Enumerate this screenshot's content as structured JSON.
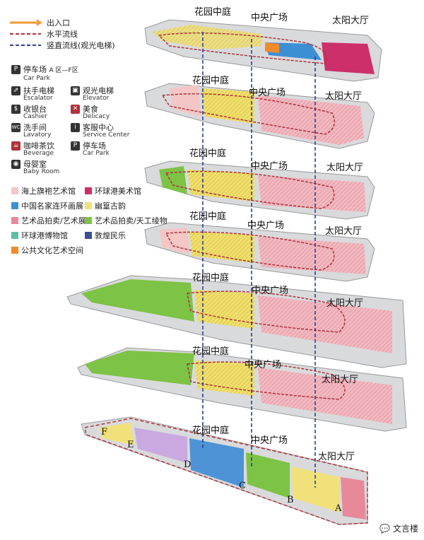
{
  "legend_lines": [
    {
      "label": "出入口",
      "color": "#f39a38",
      "style": "arrow"
    },
    {
      "label": "水平流线",
      "color": "#b0323b",
      "style": "dash"
    },
    {
      "label": "竖直流线(观光电梯)",
      "color": "#2b3f8f",
      "style": "dash"
    }
  ],
  "legend_icons": [
    {
      "icon": "P",
      "zh": "停车场",
      "en": "Car Park",
      "extra": "A 区—F区"
    },
    {
      "icon": "⇗",
      "zh": "扶手电梯",
      "en": "Escalator"
    },
    {
      "icon": "▣",
      "zh": "观光电梯",
      "en": "Elevator"
    },
    {
      "icon": "$",
      "zh": "收银台",
      "en": "Cashier"
    },
    {
      "icon": "✕",
      "zh": "美食",
      "en": "Delicacy"
    },
    {
      "icon": "WC",
      "zh": "洗手间",
      "en": "Lavatory"
    },
    {
      "icon": "i",
      "zh": "客服中心",
      "en": "Service Center"
    },
    {
      "icon": "☕",
      "zh": "咖啡茶饮",
      "en": "Beverage"
    },
    {
      "icon": "P",
      "zh": "停车场",
      "en": "Car Park"
    },
    {
      "icon": "◉",
      "zh": "母婴室",
      "en": "Baby Room"
    }
  ],
  "legend_zones": [
    {
      "label": "海上旗袍艺术馆",
      "color": "#f4c6c6"
    },
    {
      "label": "环球港美术馆",
      "color": "#cc2f6a"
    },
    {
      "label": "中国名家连环画展",
      "color": "#3d8fd4"
    },
    {
      "label": "幽篁古韵",
      "color": "#f1e17b"
    },
    {
      "label": "艺术品拍卖/艺术展",
      "color": "#e8899a"
    },
    {
      "label": "艺术品拍卖/天工绫物",
      "color": "#7dc346"
    },
    {
      "label": "环球港博物馆",
      "color": "#5cbfa6"
    },
    {
      "label": "敦煌民乐",
      "color": "#3a4f9a"
    },
    {
      "label": "公共文化艺术空间",
      "color": "#ef8b2c"
    }
  ],
  "area_labels": {
    "garden": "花园中庭",
    "central": "中央广场",
    "sun": "太阳大厅"
  },
  "parking_zones": [
    "F",
    "E",
    "D",
    "C",
    "B",
    "A"
  ],
  "watermark": "文言楼"
}
